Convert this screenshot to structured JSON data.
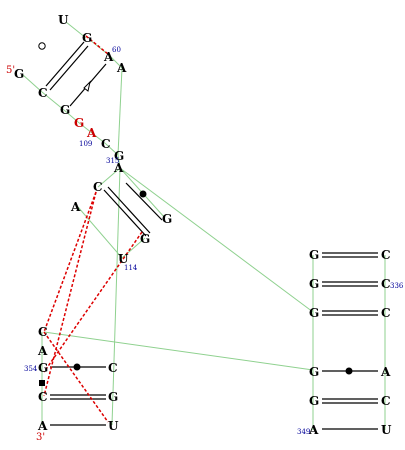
{
  "end_labels": {
    "five_prime": "5'",
    "three_prime": "3'"
  },
  "bases": {
    "u_top": "U",
    "g_top": "G",
    "a60": "A",
    "a_right": "A",
    "g_5end": "G",
    "c_left": "C",
    "g_mid": "G",
    "g_red": "G",
    "a_red": "A",
    "c_109": "C",
    "g_315": "G",
    "a_315": "A",
    "c_hp": "C",
    "a_hp": "A",
    "g_hp": "G",
    "g_hp2": "G",
    "u_114": "U",
    "c_bl": "C",
    "a_bl": "A",
    "g_354": "G",
    "c_bl2": "C",
    "a_3end": "A",
    "c_lr": "C",
    "g_lr": "G",
    "u_lr": "U",
    "g_r1": "G",
    "c_r1": "C",
    "g_r2": "G",
    "c_336": "C",
    "g_r3": "G",
    "c_r3": "C",
    "g_r4": "G",
    "a_r4": "A",
    "g_r5": "G",
    "c_r5": "C",
    "a_349": "A",
    "u_r6": "U"
  },
  "numbers": {
    "n60": "60",
    "n109": "109",
    "n315": "315",
    "n114": "114",
    "n336": "336",
    "n354": "354",
    "n349": "349"
  }
}
